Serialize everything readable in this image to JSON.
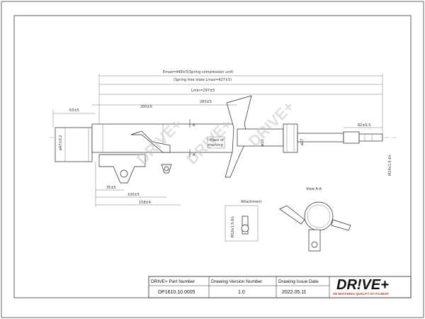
{
  "dimensions": {
    "emax": "Emax=448±5(Spring compression unit)",
    "spring_free": "(Spring free state Lmax=427±5)",
    "lmin": "Lmin=297±5",
    "d283": "283±5",
    "d63": "63±5",
    "d200": "200±5",
    "d62": "62±0.5",
    "dia47": "ø47±0.2",
    "dia27": "ø27",
    "dia10": "ø10",
    "m14": "M14x1.5-6h",
    "d35": "35±5",
    "d100": "100±5",
    "d158": "158±4",
    "sec_a1": "A",
    "sec_a2": "A"
  },
  "notes": {
    "place_of_marking": "Place of\nmarking",
    "attachment": "Attachment",
    "m10": "M10x1.5-6h",
    "view": "View A-A"
  },
  "watermark": "DRIVE+",
  "title_block": {
    "headers": [
      "DRIVE+ Part Number",
      "Drawing Version  Number",
      "Drawing Issue Date"
    ],
    "values": [
      "DP1610.10.0005",
      "1.0",
      "2022.05.11"
    ],
    "logo": "DR!VE+",
    "tagline": "OE MATCHING QUALITY AT ITS BEST"
  }
}
